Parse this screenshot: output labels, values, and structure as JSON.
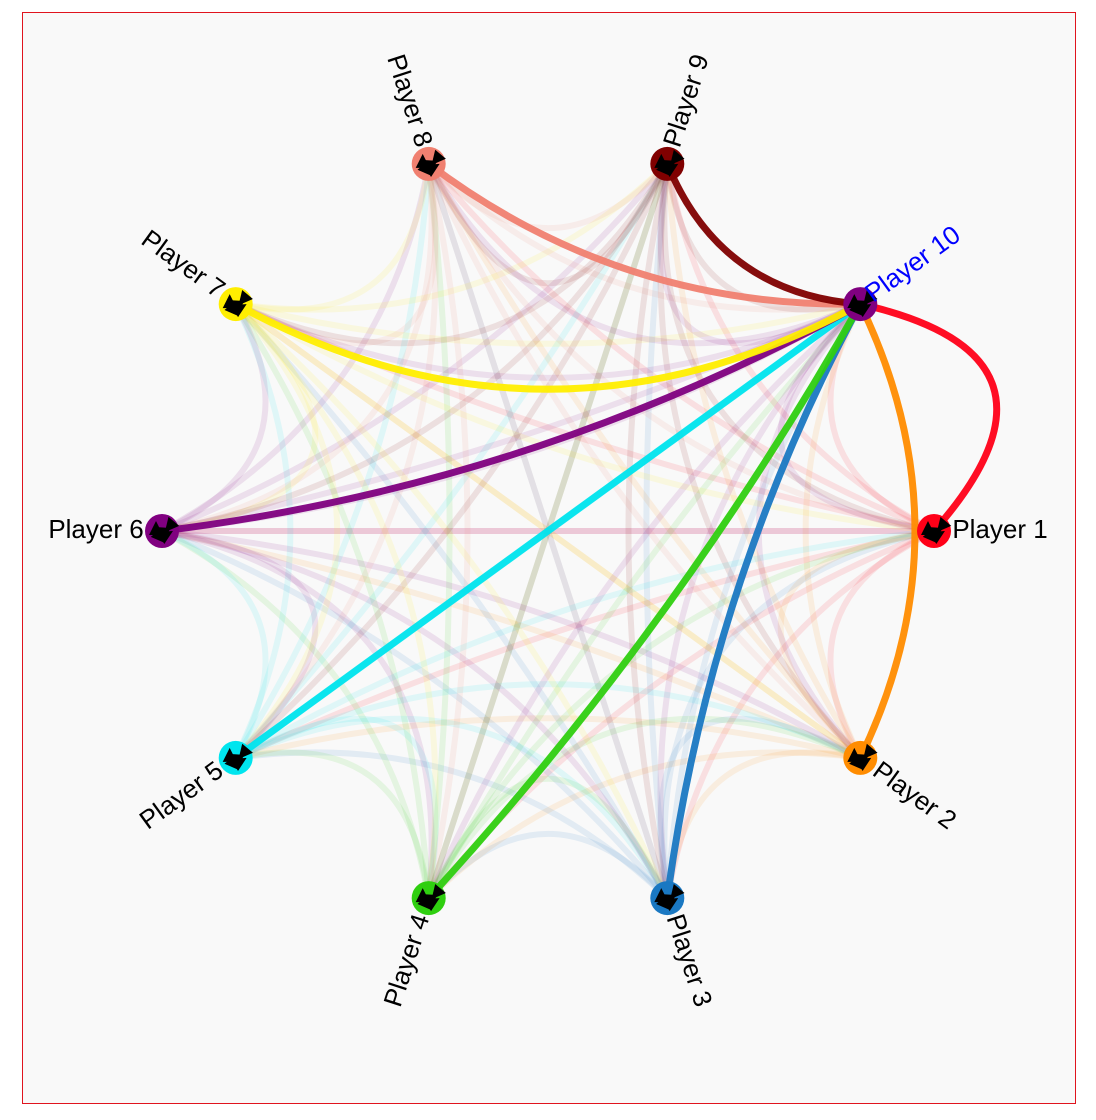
{
  "diagram": {
    "type": "chord-network",
    "colors": {
      "background": "#f9f9f9",
      "frame_border": "#e0141e",
      "label_default": "#000000",
      "label_highlight": "#0000ff",
      "arrowhead": "#000000"
    },
    "highlighted_player": "Player 10",
    "players": [
      {
        "id": "p1",
        "label": "Player 1",
        "color": "#ff0018"
      },
      {
        "id": "p2",
        "label": "Player 2",
        "color": "#ff8c00"
      },
      {
        "id": "p3",
        "label": "Player 3",
        "color": "#1a78c2"
      },
      {
        "id": "p4",
        "label": "Player 4",
        "color": "#2fcf10"
      },
      {
        "id": "p5",
        "label": "Player 5",
        "color": "#00e5ee"
      },
      {
        "id": "p6",
        "label": "Player 6",
        "color": "#800080"
      },
      {
        "id": "p7",
        "label": "Player 7",
        "color": "#ffee00"
      },
      {
        "id": "p8",
        "label": "Player 8",
        "color": "#f08070"
      },
      {
        "id": "p9",
        "label": "Player 9",
        "color": "#800000"
      },
      {
        "id": "p10",
        "label": "Player 10",
        "color": "#800080"
      }
    ],
    "highlighted_edges": [
      {
        "from": "Player 1",
        "to": "Player 10",
        "color": "#ff0018"
      },
      {
        "from": "Player 2",
        "to": "Player 10",
        "color": "#ff8c00"
      },
      {
        "from": "Player 3",
        "to": "Player 10",
        "color": "#1a78c2"
      },
      {
        "from": "Player 4",
        "to": "Player 10",
        "color": "#2fcf10"
      },
      {
        "from": "Player 5",
        "to": "Player 10",
        "color": "#00e5ee"
      },
      {
        "from": "Player 6",
        "to": "Player 10",
        "color": "#800080"
      },
      {
        "from": "Player 7",
        "to": "Player 10",
        "color": "#ffee00"
      },
      {
        "from": "Player 8",
        "to": "Player 10",
        "color": "#f08070"
      },
      {
        "from": "Player 9",
        "to": "Player 10",
        "color": "#800000"
      }
    ]
  }
}
